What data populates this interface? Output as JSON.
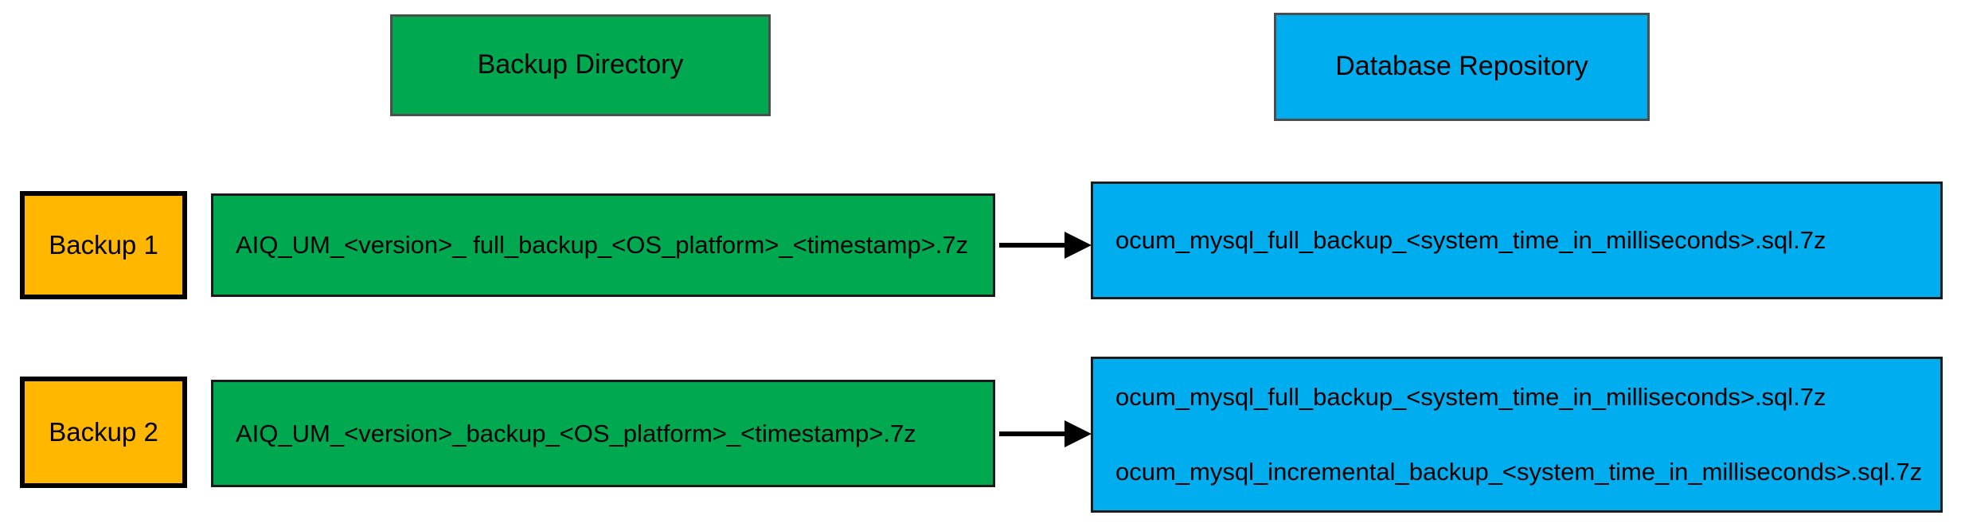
{
  "diagram": {
    "title_columns": [
      {
        "id": "backup-directory",
        "label": "Backup Directory",
        "color": "#00A84F"
      },
      {
        "id": "database-repository",
        "label": "Database Repository",
        "color": "#00AEEF"
      }
    ],
    "stages": [
      {
        "id": "backup-1",
        "label": "Backup 1",
        "color": "#FFB700"
      },
      {
        "id": "backup-2",
        "label": "Backup 2",
        "color": "#FFB700"
      }
    ],
    "rows": [
      {
        "id": "row-backup-1",
        "stage_label": "Backup 1",
        "source_file": "AIQ_UM_<version>_ full_backup_<OS_platform>_<timestamp>.7z",
        "target_files": [
          "ocum_mysql_full_backup_<system_time_in_milliseconds>.sql.7z"
        ],
        "connector": "arrow-right"
      },
      {
        "id": "row-backup-2",
        "stage_label": "Backup 2",
        "source_file": "AIQ_UM_<version>_backup_<OS_platform>_<timestamp>.7z",
        "target_files": [
          "ocum_mysql_full_backup_<system_time_in_milliseconds>.sql.7z",
          "ocum_mysql_incremental_backup_<system_time_in_milliseconds>.sql.7z"
        ],
        "connector": "arrow-right"
      }
    ],
    "colors": {
      "green": "#00A84F",
      "blue": "#00AEEF",
      "orange": "#FFB700",
      "border": "#000000",
      "header_border": "#4d4d4d",
      "arrow": "#000000",
      "background": "#ffffff",
      "text": "#000000"
    }
  }
}
